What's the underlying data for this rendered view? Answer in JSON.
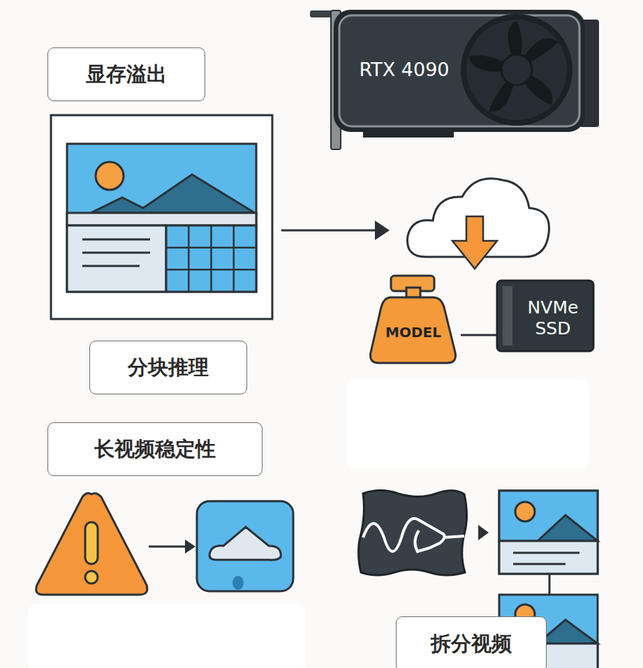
{
  "diagram": {
    "nodes": [
      {
        "text": [
          "显存溢出"
        ]
      },
      {
        "text": [
          "分块推理"
        ]
      },
      {
        "text": [
          "长视频稳定性"
        ]
      },
      {
        "text": [
          "拆分视频"
        ]
      }
    ],
    "labels": [
      "RTX 4090",
      "MODEL",
      "NVMe SSD"
    ]
  }
}
